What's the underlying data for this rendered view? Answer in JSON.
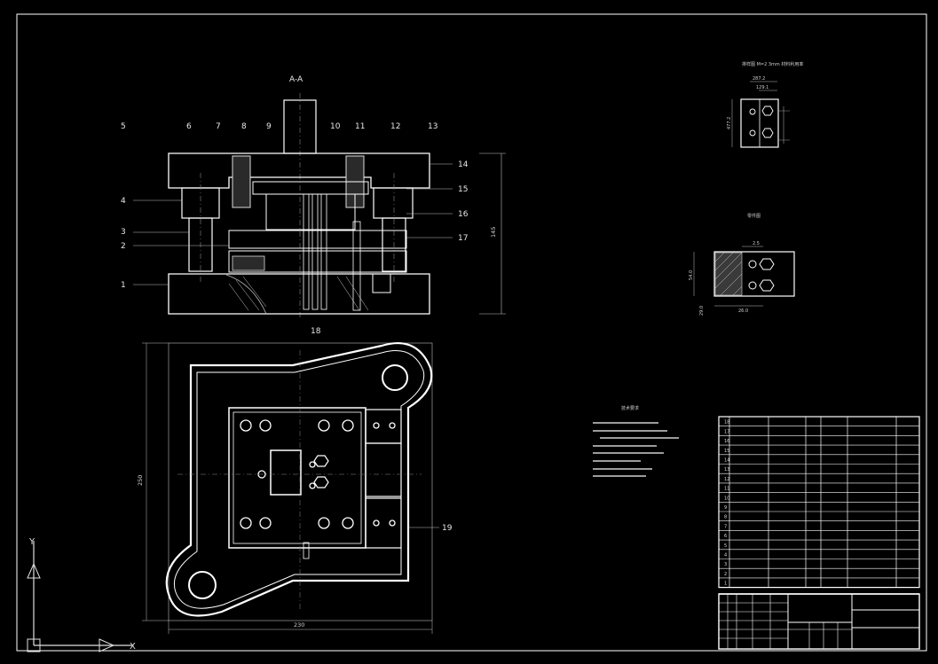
{
  "section_title": "A-A",
  "part_numbers_left": [
    "5",
    "4",
    "3",
    "2",
    "1"
  ],
  "part_numbers_top": [
    "6",
    "7",
    "8",
    "9",
    "10",
    "11",
    "12",
    "13"
  ],
  "part_numbers_right": [
    "14",
    "15",
    "16",
    "17"
  ],
  "label_18": "18",
  "label_19": "19",
  "dims": {
    "height": "145",
    "plan_width": "230",
    "plan_height": "250",
    "strip_w1": "287.2",
    "strip_w2": "129.1",
    "strip_h": "477.2",
    "blank_a": "2.5",
    "blank_b": "26.0",
    "blank_c": "54.0",
    "blank_d": "29.0"
  },
  "labels": {
    "strip_layout": "排样图 M=2 3mm 材料利用率",
    "blank": "零件图",
    "tech_req": "技术要求"
  },
  "bom_rows": [
    "18",
    "17",
    "16",
    "15",
    "14",
    "13",
    "12",
    "11",
    "10",
    "9",
    "8",
    "7",
    "6",
    "5",
    "4",
    "3",
    "2",
    "1"
  ],
  "ucs": {
    "y": "Y",
    "x": "X"
  }
}
